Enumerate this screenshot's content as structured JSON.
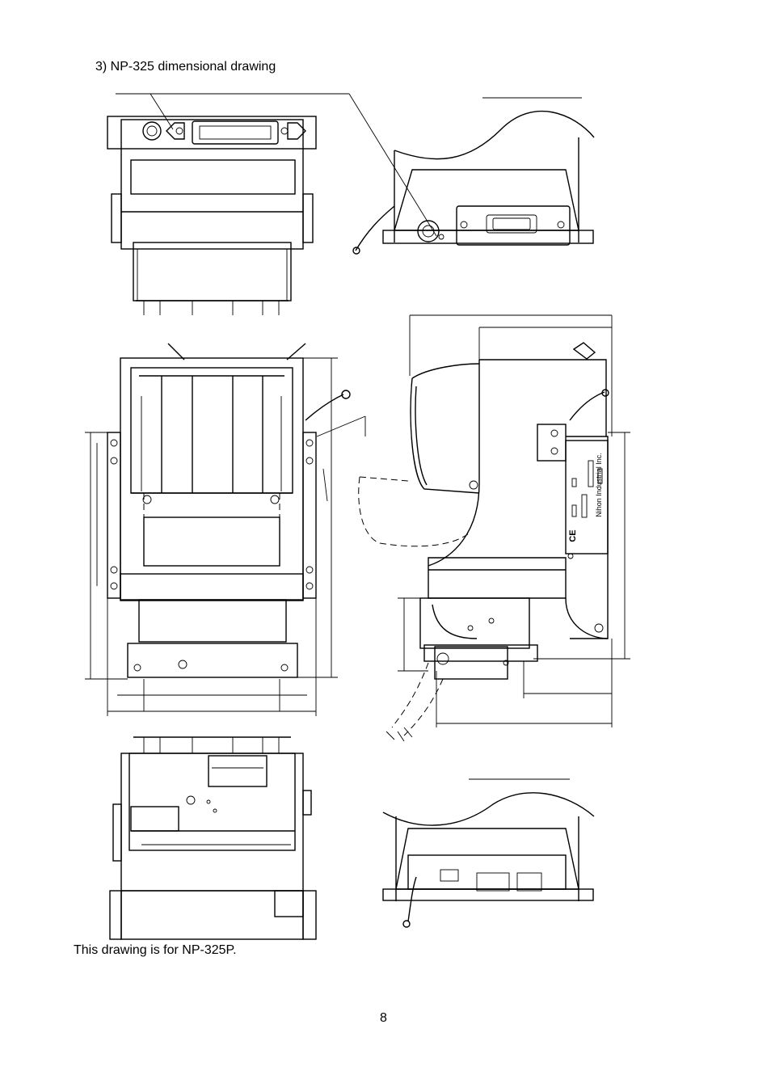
{
  "heading": "3) NP-325 dimensional drawing",
  "caption": "This drawing is for NP-325P.",
  "page_number": "8",
  "label_plate": {
    "logo_text": "Nihon Industrial Inc.",
    "mark": "CE"
  }
}
